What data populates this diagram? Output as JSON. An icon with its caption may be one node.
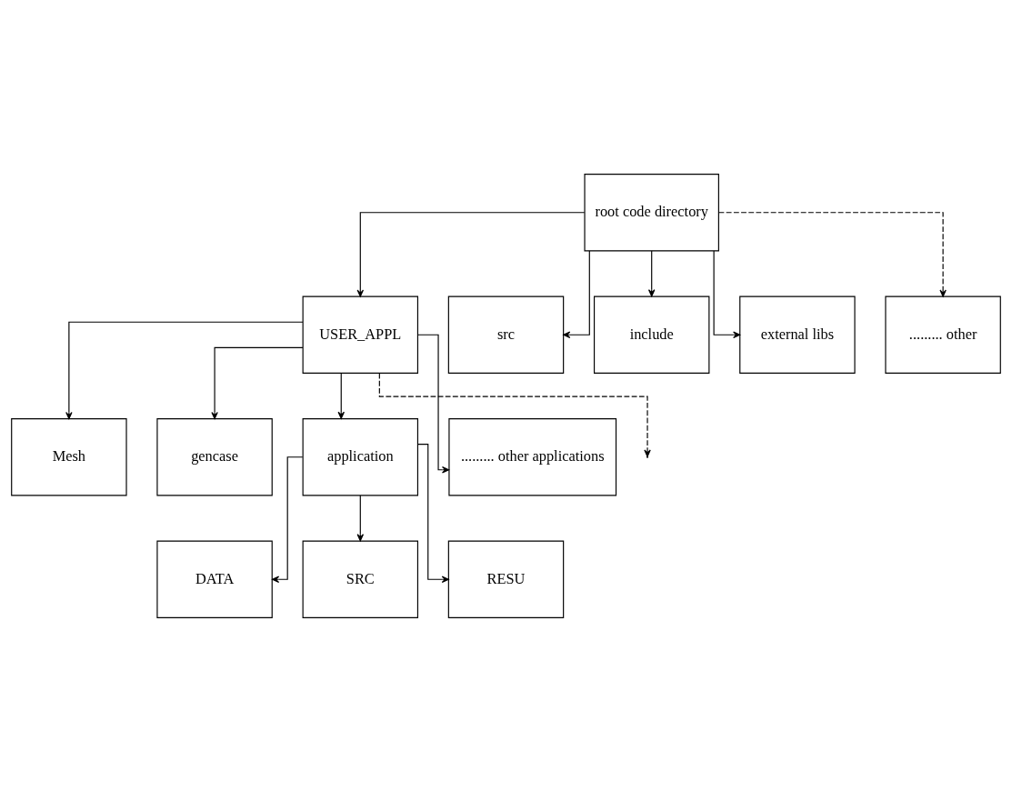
{
  "diagram": {
    "nodes": [
      {
        "text": [
          "root code directory"
        ]
      },
      {
        "text": [
          "USER_APPL"
        ]
      },
      {
        "text": [
          "src"
        ]
      },
      {
        "text": [
          "include"
        ]
      },
      {
        "text": [
          "external libs"
        ]
      },
      {
        "text": [
          "......... other"
        ]
      },
      {
        "text": [
          "Mesh"
        ]
      },
      {
        "text": [
          "gencase"
        ]
      },
      {
        "text": [
          "application"
        ]
      },
      {
        "text": [
          "......... other applications"
        ]
      },
      {
        "text": [
          "DATA"
        ]
      },
      {
        "text": [
          "SRC"
        ]
      },
      {
        "text": [
          "RESU"
        ]
      }
    ],
    "edges": [
      {
        "from": 0,
        "to": 1,
        "arrow": "to"
      },
      {
        "from": 0,
        "to": 2,
        "arrow": "to"
      },
      {
        "from": 0,
        "to": 3,
        "arrow": "to"
      },
      {
        "from": 0,
        "to": 4,
        "arrow": "to"
      },
      {
        "from": 0,
        "to": 5,
        "arrow": "to",
        "style": "dashed"
      },
      {
        "from": 1,
        "to": 6,
        "arrow": "to"
      },
      {
        "from": 1,
        "to": 7,
        "arrow": "to"
      },
      {
        "from": 1,
        "to": 8,
        "arrow": "to"
      },
      {
        "from": 1,
        "to": null,
        "arrow": "to",
        "style": "dashed"
      },
      {
        "from": 1,
        "to": 9,
        "arrow": "to"
      },
      {
        "from": 8,
        "to": 10,
        "arrow": "to"
      },
      {
        "from": 8,
        "to": 11,
        "arrow": "to"
      },
      {
        "from": 8,
        "to": 12,
        "arrow": "to"
      }
    ]
  }
}
